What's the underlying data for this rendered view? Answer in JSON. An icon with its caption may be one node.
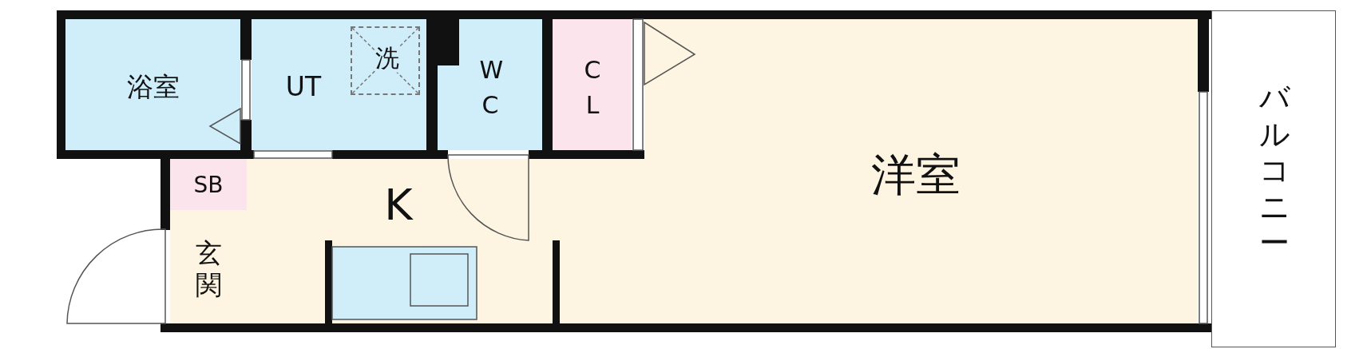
{
  "diagram": {
    "nodes": [
      {
        "text": [
          "浴室"
        ]
      },
      {
        "text": [
          "UT"
        ]
      },
      {
        "text": [
          "洗"
        ],
        "in": 1
      },
      {
        "text": [
          "W C"
        ]
      },
      {
        "text": [
          "C L"
        ]
      },
      {
        "text": [
          "洋室"
        ]
      },
      {
        "text": [
          "SB"
        ]
      },
      {
        "text": [
          "K"
        ]
      },
      {
        "text": [
          "玄関"
        ]
      },
      {
        "text": [
          "バルコニー"
        ]
      }
    ]
  }
}
